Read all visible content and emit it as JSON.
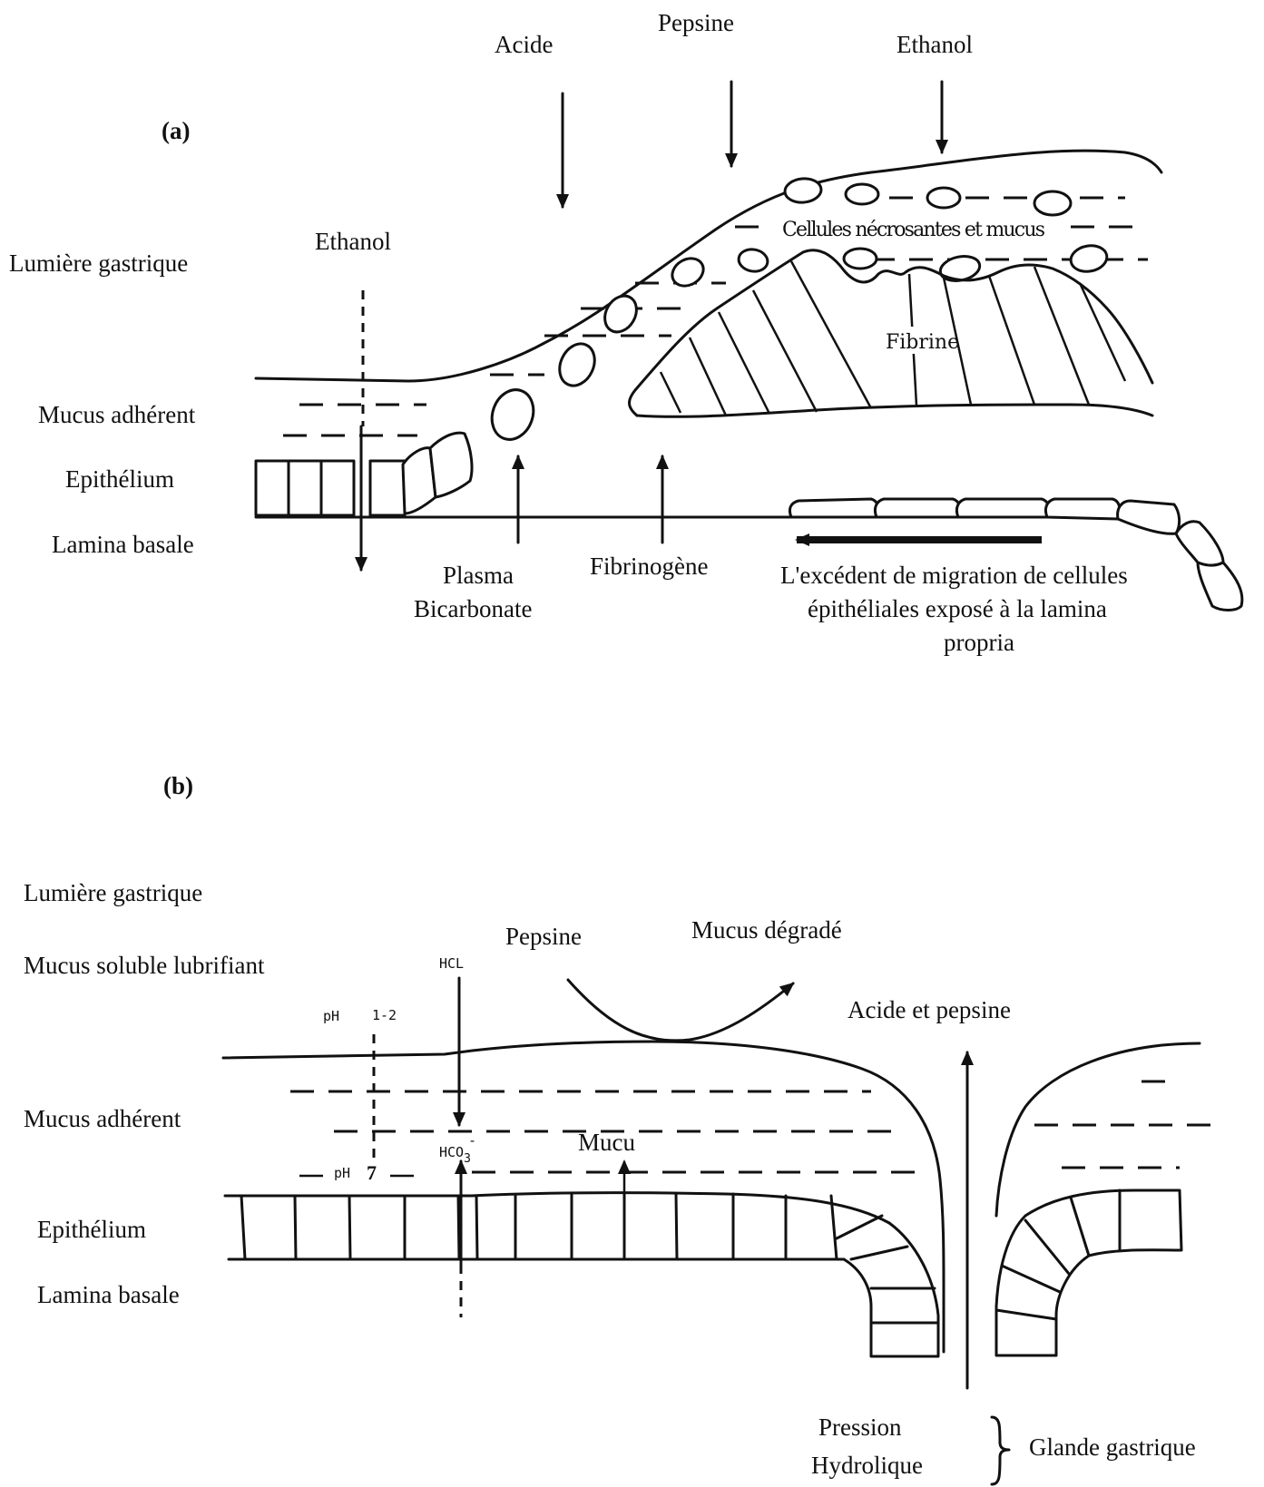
{
  "panel_a": {
    "tag": "(a)",
    "lumen": "Lumière gastrique",
    "adherent_mucus": "Mucus adhérent",
    "epithelium": "Epithélium",
    "basal_lamina": "Lamina basale",
    "ethanol_left": "Ethanol",
    "acid": "Acide",
    "pepsin": "Pepsine",
    "ethanol_top": "Ethanol",
    "necrotic": "Cellules nécrosantes et mucus",
    "fibrin": "Fibrine",
    "plasma_line1": "Plasma",
    "plasma_line2": "Bicarbonate",
    "fibrinogen": "Fibrinogène",
    "migration_line1": "L'excédent de migration de cellules",
    "migration_line2": "épithéliales exposé à la lamina",
    "migration_line3": "propria"
  },
  "panel_b": {
    "tag": "(b)",
    "lumen": "Lumière gastrique",
    "soluble_mucus": "Mucus soluble lubrifiant",
    "adherent_mucus": "Mucus adhérent",
    "epithelium": "Epithélium",
    "basal_lamina": "Lamina basale",
    "ph_low_prefix": "pH",
    "ph_low_value": "1-2",
    "ph_neutral_prefix": "pH",
    "ph_neutral_value": "7",
    "hcl": "HCL",
    "hco3_main": "HCO",
    "hco3_sub": "3",
    "hco3_sup": "-",
    "pepsin": "Pepsine",
    "degraded_mucus": "Mucus dégradé",
    "acid_pepsin": "Acide et pepsine",
    "mucus_secretion": "Mucu",
    "pressure_line1": "Pression",
    "pressure_line2": "Hydrolique",
    "gland": "Glande gastrique"
  }
}
